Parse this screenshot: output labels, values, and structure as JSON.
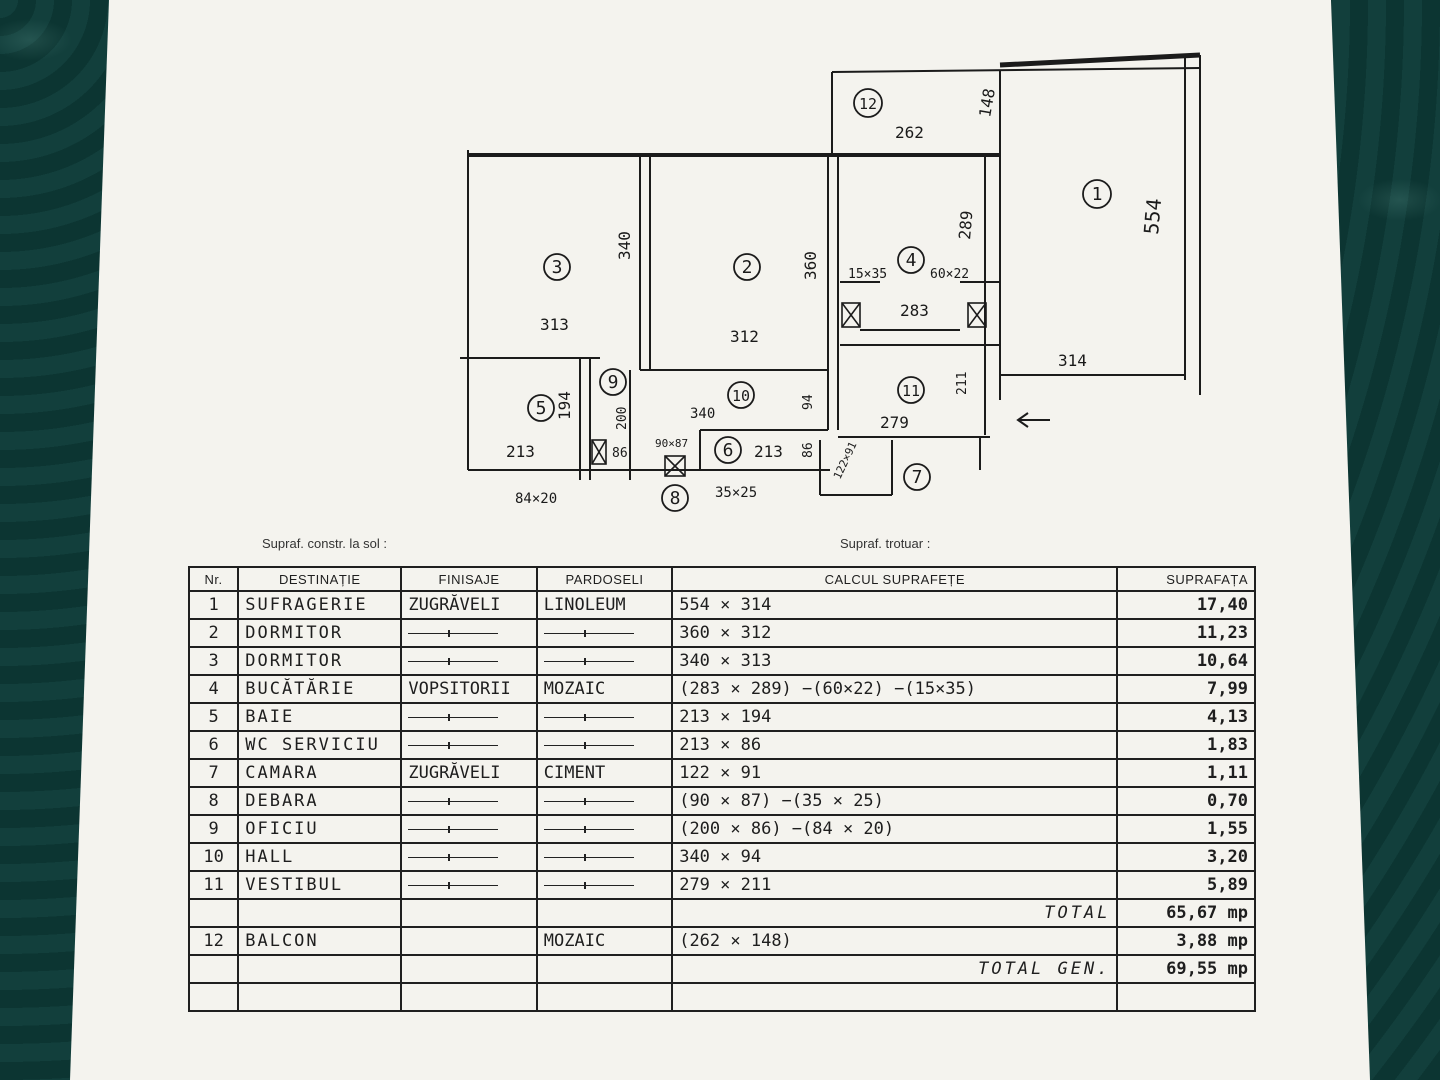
{
  "plan": {
    "rooms": [
      {
        "num": "1"
      },
      {
        "num": "2"
      },
      {
        "num": "3"
      },
      {
        "num": "4"
      },
      {
        "num": "5"
      },
      {
        "num": "6"
      },
      {
        "num": "7"
      },
      {
        "num": "8"
      },
      {
        "num": "9"
      },
      {
        "num": "10"
      },
      {
        "num": "11"
      },
      {
        "num": "12"
      }
    ],
    "dims": {
      "d262": "262",
      "d148": "148",
      "d554": "554",
      "d289": "289",
      "d340": "340",
      "d360": "360",
      "d313": "313",
      "d312": "312",
      "d283": "283",
      "d15x35": "15×35",
      "d60x22": "60×22",
      "d314": "314",
      "d211": "211",
      "d194": "194",
      "d200": "200",
      "d213a": "213",
      "d213b": "213",
      "d86a": "86",
      "d86b": "86",
      "d94": "94",
      "d340b": "340",
      "d279": "279",
      "d90x87": "90×87",
      "d122x91": "122×91",
      "d84x20": "84×20",
      "d35x25": "35×25"
    }
  },
  "labels": {
    "sol": "Supraf. constr. la sol :",
    "trotuar": "Supraf. trotuar :"
  },
  "table": {
    "headers": {
      "nr": "Nr.",
      "dest": "DESTINAȚIE",
      "fin": "FINISAJE",
      "pard": "PARDOSELI",
      "calc": "CALCUL SUPRAFEȚE",
      "sup": "SUPRAFAȚA"
    },
    "rows": [
      {
        "nr": "1",
        "dest": "SUFRAGERIE",
        "fin": "ZUGRĂVELI",
        "pard": "LINOLEUM",
        "calc": "554 × 314",
        "sup": "17,40"
      },
      {
        "nr": "2",
        "dest": "DORMITOR",
        "fin": "",
        "pard": "",
        "calc": "360 × 312",
        "sup": "11,23"
      },
      {
        "nr": "3",
        "dest": "DORMITOR",
        "fin": "",
        "pard": "",
        "calc": "340 × 313",
        "sup": "10,64"
      },
      {
        "nr": "4",
        "dest": "BUCĂTĂRIE",
        "fin": "VOPSITORII",
        "pard": "MOZAIC",
        "calc": "(283 × 289) −(60×22) −(15×35)",
        "sup": "7,99"
      },
      {
        "nr": "5",
        "dest": "BAIE",
        "fin": "",
        "pard": "",
        "calc": "213 × 194",
        "sup": "4,13"
      },
      {
        "nr": "6",
        "dest": "WC SERVICIU",
        "fin": "",
        "pard": "",
        "calc": "213 × 86",
        "sup": "1,83"
      },
      {
        "nr": "7",
        "dest": "CAMARA",
        "fin": "ZUGRĂVELI",
        "pard": "CIMENT",
        "calc": "122 × 91",
        "sup": "1,11"
      },
      {
        "nr": "8",
        "dest": "DEBARA",
        "fin": "",
        "pard": "",
        "calc": "(90 × 87) −(35 × 25)",
        "sup": "0,70"
      },
      {
        "nr": "9",
        "dest": "OFICIU",
        "fin": "",
        "pard": "",
        "calc": "(200 × 86) −(84 × 20)",
        "sup": "1,55"
      },
      {
        "nr": "10",
        "dest": "HALL",
        "fin": "",
        "pard": "",
        "calc": "340 × 94",
        "sup": "3,20"
      },
      {
        "nr": "11",
        "dest": "VESTIBUL",
        "fin": "",
        "pard": "",
        "calc": "279 × 211",
        "sup": "5,89"
      }
    ],
    "total_label": "TOTAL",
    "total_value": "65,67 mp",
    "balcon": {
      "nr": "12",
      "dest": "BALCON",
      "pard": "MOZAIC",
      "calc": "(262 × 148)",
      "sup": "3,88 mp"
    },
    "total_gen_label": "TOTAL GEN.",
    "total_gen_value": "69,55 mp"
  }
}
